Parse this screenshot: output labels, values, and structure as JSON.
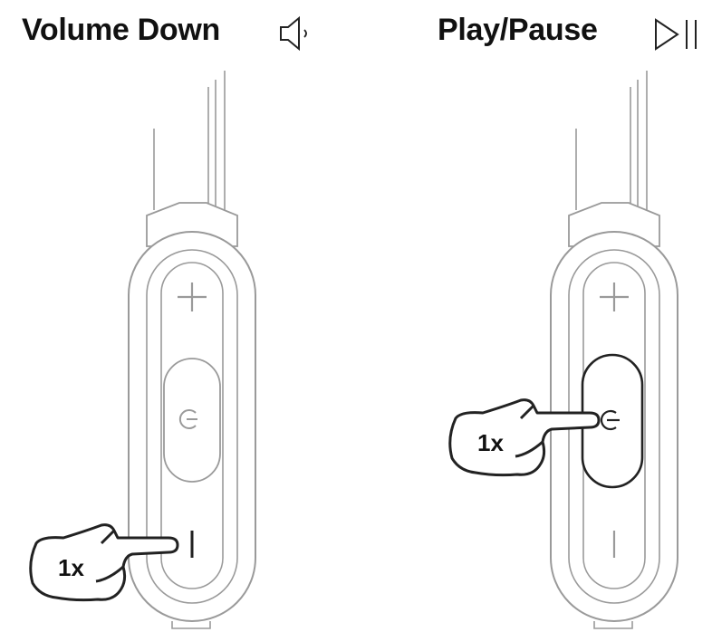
{
  "panels": [
    {
      "id": "volume-down",
      "title": "Volume Down",
      "title_icon": "speaker-volume-down-icon",
      "pressed_button": "minus",
      "press_count": "1x"
    },
    {
      "id": "play-pause",
      "title": "Play/Pause",
      "title_icon": "play-pause-icon",
      "pressed_button": "center",
      "press_count": "1x"
    }
  ],
  "remote_buttons": {
    "top": "+",
    "middle_icon": "power-center-icon",
    "bottom": "–"
  },
  "colors": {
    "outline": "#9a9a9a",
    "strong_outline": "#222222",
    "text": "#111111"
  }
}
